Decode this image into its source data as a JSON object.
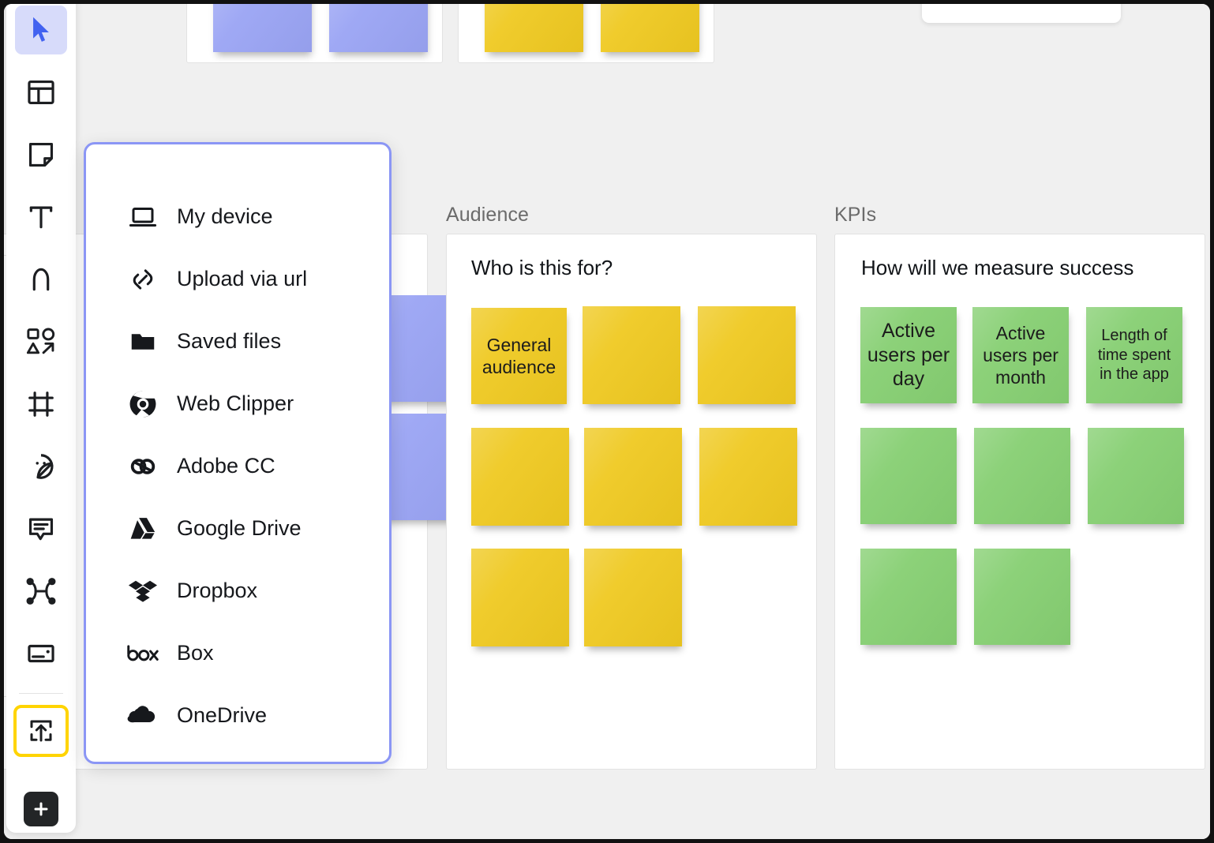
{
  "app": {
    "canvas_background": "#f0f0f0",
    "accent_blue": "#4262f0",
    "menu_border": "#8b96f5",
    "highlight_yellow": "#ffd400",
    "sticky_yellow": "#efc921",
    "sticky_green": "#86cf72",
    "sticky_purple": "#9aa4f4"
  },
  "toolbar": {
    "items": [
      {
        "icon": "cursor-select-icon",
        "name": "select-tool",
        "selected": true
      },
      {
        "icon": "template-icon",
        "name": "templates-tool",
        "selected": false
      },
      {
        "icon": "sticky-note-icon",
        "name": "sticky-note-tool",
        "selected": false
      },
      {
        "icon": "text-icon",
        "name": "text-tool",
        "selected": false
      },
      {
        "icon": "pen-icon",
        "name": "pen-tool",
        "selected": false
      },
      {
        "icon": "shapes-icon",
        "name": "shapes-tool",
        "selected": false
      },
      {
        "icon": "frame-icon",
        "name": "frame-tool",
        "selected": false
      },
      {
        "icon": "sticker-icon",
        "name": "sticker-tool",
        "selected": false
      },
      {
        "icon": "comment-icon",
        "name": "comment-tool",
        "selected": false
      },
      {
        "icon": "connector-icon",
        "name": "connector-tool",
        "selected": false
      },
      {
        "icon": "card-icon",
        "name": "card-tool",
        "selected": false
      },
      {
        "icon": "upload-icon",
        "name": "upload-tool",
        "selected": false,
        "highlighted": true
      },
      {
        "icon": "plus-icon",
        "name": "more-apps-tool",
        "selected": false
      }
    ]
  },
  "upload_menu": {
    "items": [
      {
        "label": "My device",
        "icon": "laptop-icon"
      },
      {
        "label": "Upload via url",
        "icon": "link-icon"
      },
      {
        "label": "Saved files",
        "icon": "folder-icon"
      },
      {
        "label": "Web Clipper",
        "icon": "chrome-icon"
      },
      {
        "label": "Adobe CC",
        "icon": "adobe-cc-icon"
      },
      {
        "label": "Google Drive",
        "icon": "google-drive-icon"
      },
      {
        "label": "Dropbox",
        "icon": "dropbox-icon"
      },
      {
        "label": "Box",
        "icon": "box-icon"
      },
      {
        "label": "OneDrive",
        "icon": "onedrive-icon"
      }
    ]
  },
  "board": {
    "frames": [
      {
        "name": "frame-top-left",
        "label": "",
        "title": "",
        "notes_color": "purple",
        "notes": [
          "",
          ""
        ]
      },
      {
        "name": "frame-top-right",
        "label": "",
        "title": "",
        "notes_color": "yellow",
        "notes": [
          "",
          ""
        ]
      },
      {
        "name": "frame-problem",
        "label": "",
        "title": "",
        "notes_color": "purple",
        "notes": [
          "",
          ""
        ]
      },
      {
        "name": "frame-audience",
        "label": "Audience",
        "title": "Who is this for?",
        "notes_color": "yellow",
        "notes": [
          "General audience",
          "",
          "",
          "",
          "",
          "",
          "",
          ""
        ]
      },
      {
        "name": "frame-kpis",
        "label": "KPIs",
        "title": "How will we measure success",
        "notes_color": "green",
        "notes": [
          "Active users per day",
          "Active users per month",
          "Length of time spent in the app",
          "",
          "",
          "",
          ""
        ]
      }
    ]
  }
}
